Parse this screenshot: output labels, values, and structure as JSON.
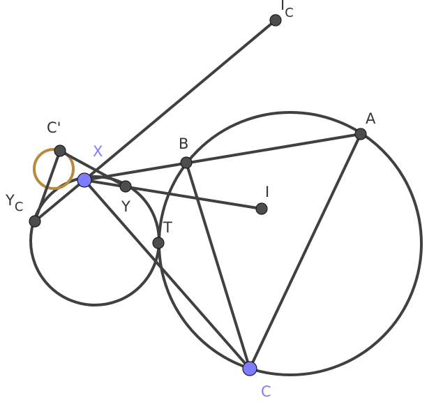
{
  "diagram": {
    "colors": {
      "line": "#404040",
      "point_fill": "#4d4d4d",
      "point_fill_highlight": "#7d7dff",
      "highlight_label": "#7d7dff",
      "gold_circle": "#b88a3d",
      "label": "#333333"
    },
    "labels": {
      "Ic_main": "I",
      "Ic_sub": "C",
      "A": "A",
      "B": "B",
      "C": "C",
      "Cprime": "C'",
      "X": "X",
      "Y": "Y",
      "Yc_main": "Y",
      "Yc_sub": "C",
      "T": "T",
      "I": "I"
    }
  }
}
